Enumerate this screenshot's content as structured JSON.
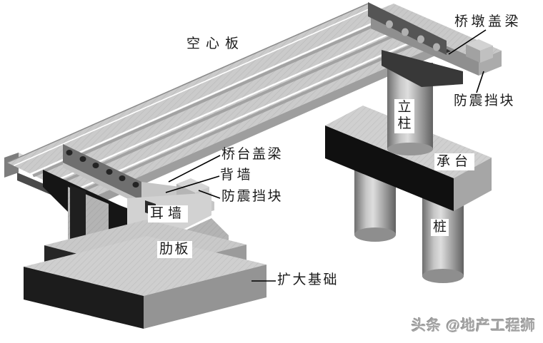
{
  "diagram": {
    "type": "isometric-bridge-substructure-drawing",
    "labels": {
      "hollow_slab": "空心板",
      "pier_cap_beam": "桥墩盖梁",
      "pier_anti_seismic_block": "防震挡块",
      "column": "立柱",
      "pile_cap": "承台",
      "pile": "桩",
      "abutment_cap_beam": "桥台盖梁",
      "back_wall": "背墙",
      "abutment_anti_seismic_block": "防震挡块",
      "ear_wall": "耳墙",
      "rib_plate": "肋板",
      "spread_footing": "扩大基础"
    },
    "colors": {
      "background": "#ffffff",
      "ink": "#1b1b1b",
      "light_face": "#cdcdcd",
      "mid_face": "#9c9c9c",
      "dark_face": "#141414",
      "watermark_gray": "#a5a5a5"
    }
  },
  "watermark": {
    "text": "头条 @地产工程狮"
  }
}
